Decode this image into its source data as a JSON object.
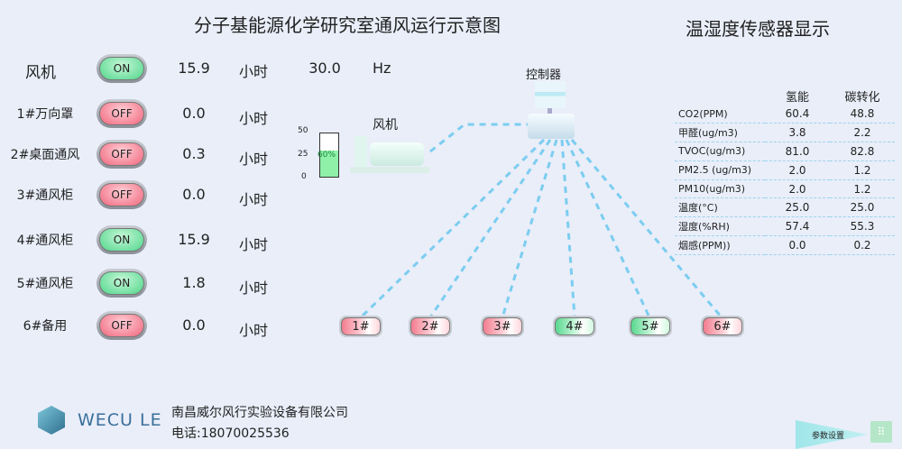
{
  "header": {
    "title": "分子基能源化学研究室通风运行示意图",
    "sensor_title": "温湿度传感器显示"
  },
  "fan_row": {
    "label": "风机",
    "state": "ON",
    "hours": "15.9",
    "unit": "小时",
    "freq": "30.0",
    "freq_unit": "Hz"
  },
  "rows": [
    {
      "label": "1#万向罩",
      "state": "OFF",
      "hours": "0.0",
      "unit": "小时"
    },
    {
      "label": "2#桌面通风",
      "state": "OFF",
      "hours": "0.3",
      "unit": "小时"
    },
    {
      "label": "3#通风柜",
      "state": "OFF",
      "hours": "0.0",
      "unit": "小时"
    },
    {
      "label": "4#通风柜",
      "state": "ON",
      "hours": "15.9",
      "unit": "小时"
    },
    {
      "label": "5#通风柜",
      "state": "ON",
      "hours": "1.8",
      "unit": "小时"
    },
    {
      "label": "6#备用",
      "state": "OFF",
      "hours": "0.0",
      "unit": "小时"
    }
  ],
  "gauge": {
    "ticks": [
      "50",
      "25",
      "0"
    ],
    "percent_label": "60%",
    "percent": 60
  },
  "diagram": {
    "fan_label": "风机",
    "controller_label": "控制器",
    "nodes": [
      "1#",
      "2#",
      "3#",
      "4#",
      "5#",
      "6#"
    ]
  },
  "sensors": {
    "columns": [
      "氢能",
      "碳转化"
    ],
    "rows": [
      {
        "name": "CO2(PPM)",
        "a": "60.4",
        "b": "48.8"
      },
      {
        "name": "甲醛(ug/m3)",
        "a": "3.8",
        "b": "2.2"
      },
      {
        "name": "TVOC(ug/m3)",
        "a": "81.0",
        "b": "82.8"
      },
      {
        "name": "PM2.5 (ug/m3)",
        "a": "2.0",
        "b": "1.2"
      },
      {
        "name": "PM10(ug/m3)",
        "a": "2.0",
        "b": "1.2"
      },
      {
        "name": "温度(°C)",
        "a": "25.0",
        "b": "25.0"
      },
      {
        "name": "湿度(%RH)",
        "a": "57.4",
        "b": "55.3"
      },
      {
        "name": "烟感(PPM))",
        "a": "0.0",
        "b": "0.2"
      }
    ]
  },
  "footer": {
    "logo_text": "WECU LE",
    "company": "南昌威尔风行实验设备有限公司",
    "phone": "电话:18070025536",
    "settings_label": "参数设置"
  }
}
